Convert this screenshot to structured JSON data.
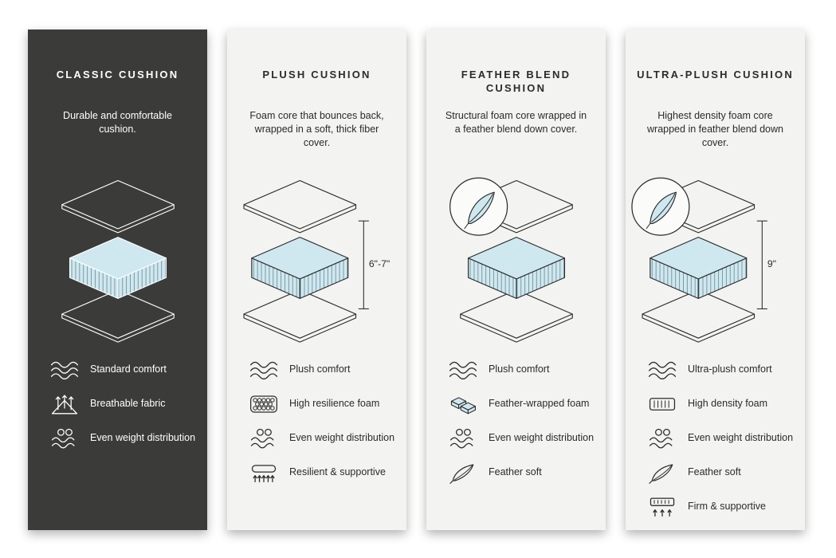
{
  "colors": {
    "panel_dark": "#3b3b39",
    "panel_light": "#f3f3f1",
    "foam_fill": "#cfe8ef",
    "line_dark": "#2b2b2b",
    "line_light": "#ffffff"
  },
  "cards": [
    {
      "id": "classic-cushion",
      "title": "CLASSIC CUSHION",
      "description": "Durable and comfortable cushion.",
      "diagram": {
        "type": "exploded-cushion-layers",
        "feather_badge": false
      },
      "features": [
        {
          "icon": "wave-icon",
          "label": "Standard comfort"
        },
        {
          "icon": "breathable-icon",
          "label": "Breathable fabric"
        },
        {
          "icon": "weight-distribution-icon",
          "label": "Even weight distribution"
        }
      ]
    },
    {
      "id": "plush-cushion",
      "title": "PLUSH CUSHION",
      "description": "Foam core that bounces back, wrapped in a soft, thick fiber cover.",
      "diagram": {
        "type": "exploded-cushion-layers",
        "feather_badge": false,
        "measurement": "6\"-7\""
      },
      "features": [
        {
          "icon": "wave-icon",
          "label": "Plush comfort"
        },
        {
          "icon": "foam-cells-icon",
          "label": "High resilience foam"
        },
        {
          "icon": "weight-distribution-icon",
          "label": "Even weight distribution"
        },
        {
          "icon": "resilient-icon",
          "label": "Resilient & supportive"
        }
      ]
    },
    {
      "id": "feather-blend-cushion",
      "title": "FEATHER BLEND CUSHION",
      "description": "Structural foam core wrapped in a feather blend down cover.",
      "diagram": {
        "type": "exploded-cushion-layers",
        "feather_badge": true
      },
      "features": [
        {
          "icon": "wave-icon",
          "label": "Plush comfort"
        },
        {
          "icon": "feather-foam-icon",
          "label": "Feather-wrapped foam"
        },
        {
          "icon": "weight-distribution-icon",
          "label": "Even weight distribution"
        },
        {
          "icon": "feather-icon",
          "label": "Feather soft"
        }
      ]
    },
    {
      "id": "ultra-plush-cushion",
      "title": "ULTRA-PLUSH CUSHION",
      "description": "Highest density foam core wrapped in feather blend down cover.",
      "diagram": {
        "type": "exploded-cushion-layers",
        "feather_badge": true,
        "measurement": "9\""
      },
      "features": [
        {
          "icon": "wave-icon",
          "label": "Ultra-plush comfort"
        },
        {
          "icon": "density-foam-icon",
          "label": "High density foam"
        },
        {
          "icon": "weight-distribution-icon",
          "label": "Even weight distribution"
        },
        {
          "icon": "feather-icon",
          "label": "Feather soft"
        },
        {
          "icon": "firm-icon",
          "label": "Firm & supportive"
        }
      ]
    }
  ]
}
